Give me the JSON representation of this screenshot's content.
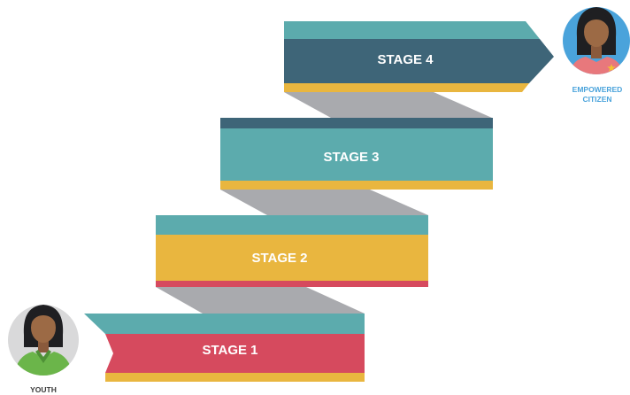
{
  "stages": [
    {
      "label": "STAGE 1",
      "body_color": "#d64a5e",
      "top_color": "#5cabad",
      "bottom_color": "#e9b63f"
    },
    {
      "label": "STAGE 2",
      "body_color": "#e9b63f",
      "top_color": "#5cabad",
      "bottom_color": "#d64a5e"
    },
    {
      "label": "STAGE 3",
      "body_color": "#5cabad",
      "top_color": "#3e6578",
      "bottom_color": "#e9b63f"
    },
    {
      "label": "STAGE 4",
      "body_color": "#3e6578",
      "top_color": "#5cabad",
      "bottom_color": "#e9b63f"
    }
  ],
  "connector_color": "#a9aaae",
  "start_avatar": {
    "label": "YOUTH",
    "shirt_color": "#6bb54a",
    "circle_color": "#d9d9da",
    "label_color": "#3a3a3a"
  },
  "end_avatar": {
    "label_line1": "EMPOWERED",
    "label_line2": "CITIZEN",
    "shirt_color": "#e8787c",
    "circle_color": "#4aa3db",
    "badge_color": "#f4c430",
    "label_color": "#4aa3db"
  }
}
